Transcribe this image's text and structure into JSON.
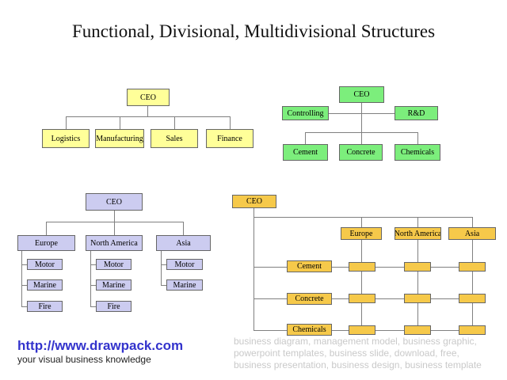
{
  "title": "Functional, Divisional, Multidivisional Structures",
  "colors": {
    "functional_yellow": "#FFFF99",
    "staff_green": "#7CEE7C",
    "divisional_lavender": "#CCCCF0",
    "matrix_gold": "#F6C94A",
    "connector_gray": "#808080",
    "url_blue": "#3333CC",
    "watermark_gray": "#C9C9C9"
  },
  "functional": {
    "root": "CEO",
    "departments": [
      "Logistics",
      "Manufacturing",
      "Sales",
      "Finance"
    ]
  },
  "staff_line": {
    "root": "CEO",
    "staff_units": [
      "Controlling",
      "R&D"
    ],
    "operating_units": [
      "Cement",
      "Concrete",
      "Chemicals"
    ]
  },
  "divisional": {
    "root": "CEO",
    "divisions": [
      {
        "label": "Europe",
        "units": [
          "Motor",
          "Marine",
          "Fire"
        ]
      },
      {
        "label": "North America",
        "units": [
          "Motor",
          "Marine",
          "Fire"
        ]
      },
      {
        "label": "Asia",
        "units": [
          "Motor",
          "Marine"
        ]
      }
    ]
  },
  "multidivisional": {
    "root": "CEO",
    "regions": [
      "Europe",
      "North America",
      "Asia"
    ],
    "product_lines": [
      "Cement",
      "Concrete",
      "Chemicals"
    ]
  },
  "footer": {
    "url": "http://www.drawpack.com",
    "tagline": "your visual business knowledge"
  },
  "watermark": "business diagram, management model, business graphic, powerpoint templates, business slide, download, free, business presentation, business design, business template"
}
